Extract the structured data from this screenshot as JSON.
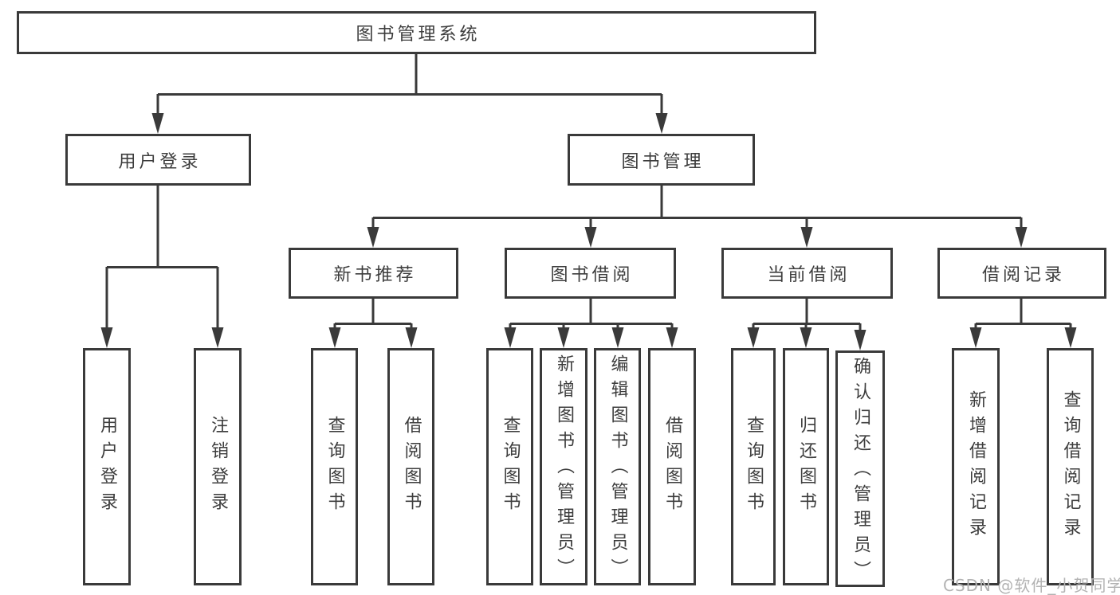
{
  "tree": {
    "root": {
      "label": "图书管理系统",
      "children": [
        {
          "label": "用户登录",
          "children": [
            {
              "label": "用户登录"
            },
            {
              "label": "注销登录"
            }
          ]
        },
        {
          "label": "图书管理",
          "children": [
            {
              "label": "新书推荐",
              "children": [
                {
                  "label": "查询图书"
                },
                {
                  "label": "借阅图书"
                }
              ]
            },
            {
              "label": "图书借阅",
              "children": [
                {
                  "label": "查询图书"
                },
                {
                  "label": "新增图书（管理员）"
                },
                {
                  "label": "编辑图书（管理员）"
                },
                {
                  "label": "借阅图书"
                }
              ]
            },
            {
              "label": "当前借阅",
              "children": [
                {
                  "label": "查询图书"
                },
                {
                  "label": "归还图书"
                },
                {
                  "label": "确认归还（管理员）"
                }
              ]
            },
            {
              "label": "借阅记录",
              "children": [
                {
                  "label": "新增借阅记录"
                },
                {
                  "label": "查询借阅记录"
                }
              ]
            }
          ]
        }
      ]
    }
  },
  "watermark": {
    "text": "CSDN @软件_小贺同学"
  },
  "colors": {
    "line": "#3a3a3a",
    "text": "#3d3d3d",
    "background": "#ffffff",
    "watermark": "#b3b3b3"
  }
}
